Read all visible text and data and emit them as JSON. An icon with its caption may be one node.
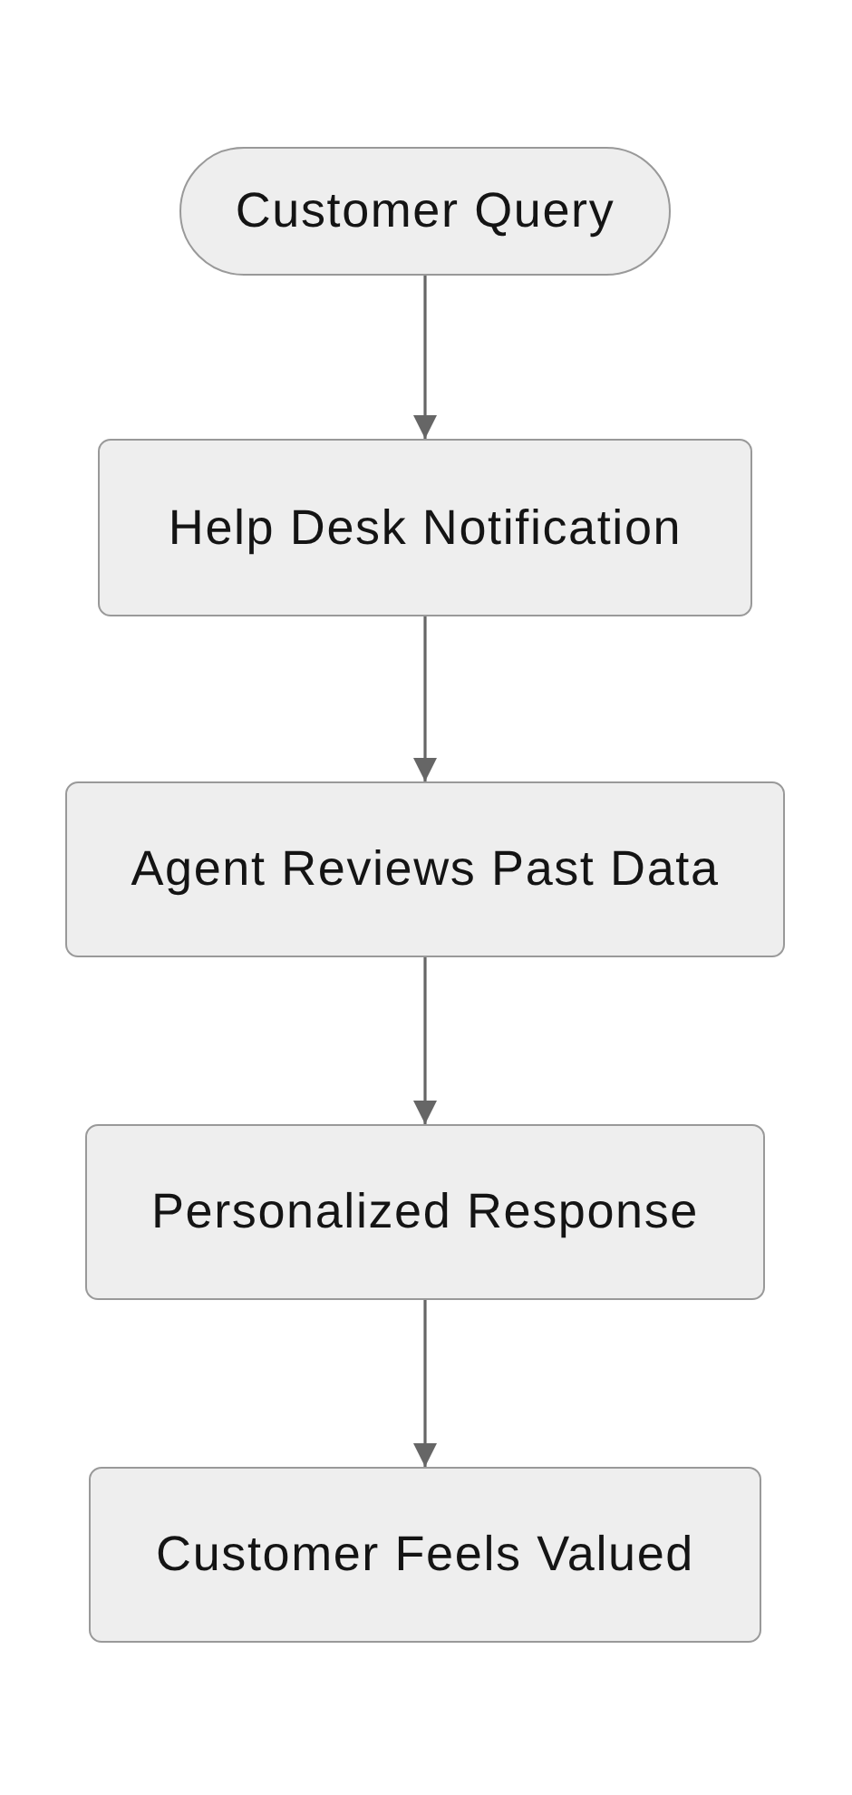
{
  "diagram": {
    "nodes": [
      {
        "text": [
          "Customer Query"
        ]
      },
      {
        "text": [
          "Help Desk Notification"
        ]
      },
      {
        "text": [
          "Agent Reviews Past Data"
        ]
      },
      {
        "text": [
          "Personalized Response"
        ]
      },
      {
        "text": [
          "Customer Feels Valued"
        ]
      }
    ],
    "edges": [
      {
        "from": 0,
        "to": 1,
        "arrow": "to"
      },
      {
        "from": 1,
        "to": 2,
        "arrow": "to"
      },
      {
        "from": 2,
        "to": 3,
        "arrow": "to"
      },
      {
        "from": 3,
        "to": 4,
        "arrow": "to"
      }
    ]
  }
}
